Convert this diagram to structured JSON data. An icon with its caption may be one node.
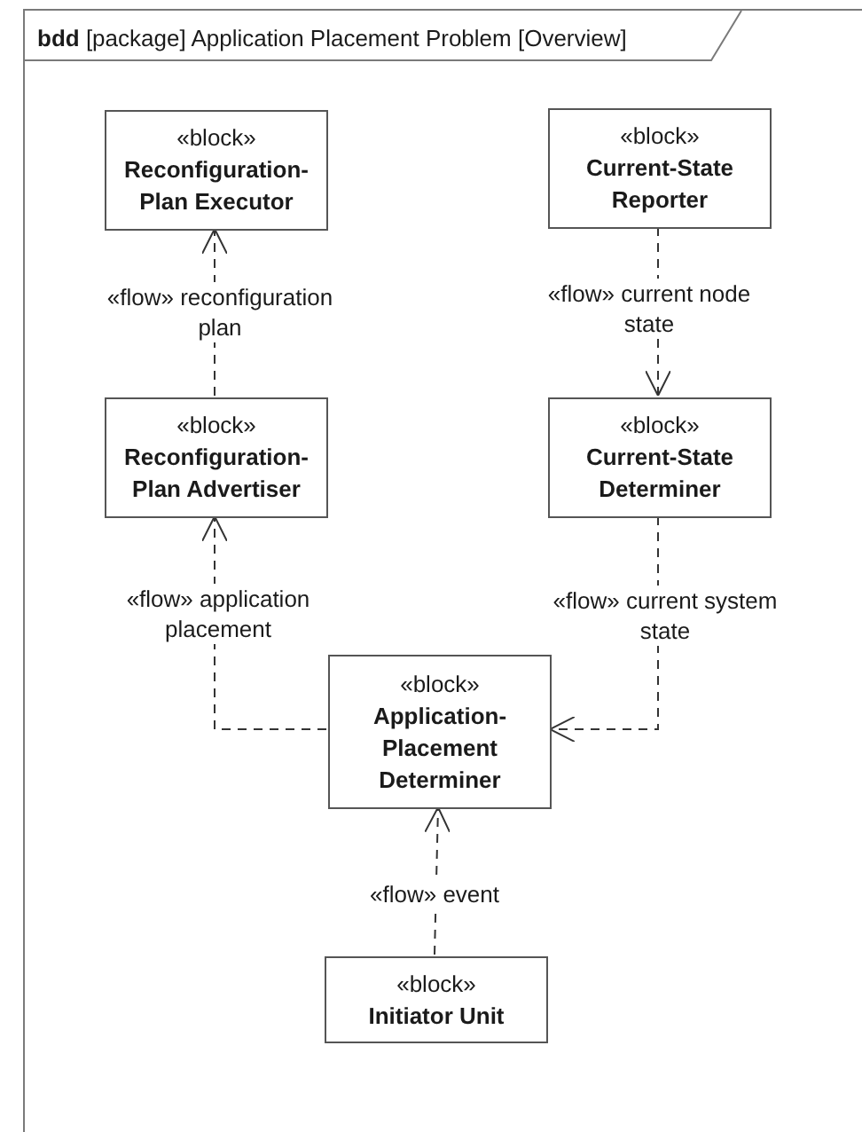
{
  "diagram": {
    "nodes": [
      {
        "text": [
          "**bdd** [package] Application Placement Problem [Overview]"
        ]
      },
      {
        "text": [
          "«block»",
          "Reconfiguration-Plan Executor"
        ],
        "in": 0
      },
      {
        "text": [
          "«block»",
          "Current-State Reporter"
        ],
        "in": 0
      },
      {
        "text": [
          "«block»",
          "Reconfiguration-Plan Advertiser"
        ],
        "in": 0
      },
      {
        "text": [
          "«block»",
          "Current-State Determiner"
        ],
        "in": 0
      },
      {
        "text": [
          "«block»",
          "Application-Placement Determiner"
        ],
        "in": 0
      },
      {
        "text": [
          "«block»",
          "Initiator Unit"
        ],
        "in": 0
      }
    ],
    "edges": [
      {
        "from": 3,
        "to": 1,
        "arrow": "to",
        "label": "«flow» reconfiguration plan",
        "style": "dashed"
      },
      {
        "from": 2,
        "to": 4,
        "arrow": "to",
        "label": "«flow» current node state",
        "style": "dashed"
      },
      {
        "from": 5,
        "to": 3,
        "arrow": "to",
        "label": "«flow» application placement",
        "style": "dashed"
      },
      {
        "from": 4,
        "to": 5,
        "arrow": "to",
        "label": "«flow» current system state",
        "style": "dashed"
      },
      {
        "from": 6,
        "to": 5,
        "arrow": "to",
        "label": "«flow» event",
        "style": "dashed"
      }
    ]
  }
}
